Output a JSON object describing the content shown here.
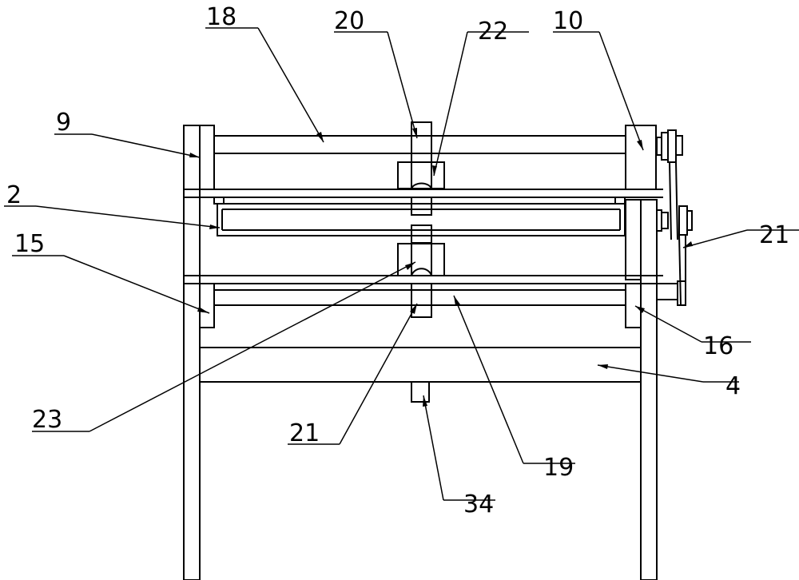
{
  "drawing": {
    "line_color": "#000000",
    "background": "#ffffff",
    "labels": {
      "l18": "18",
      "l20": "20",
      "l22": "22",
      "l10": "10",
      "l9": "9",
      "l2": "2",
      "l21_right": "21",
      "l15": "15",
      "l16": "16",
      "l4": "4",
      "l23": "23",
      "l21_bottom": "21",
      "l19": "19",
      "l34": "34"
    }
  }
}
